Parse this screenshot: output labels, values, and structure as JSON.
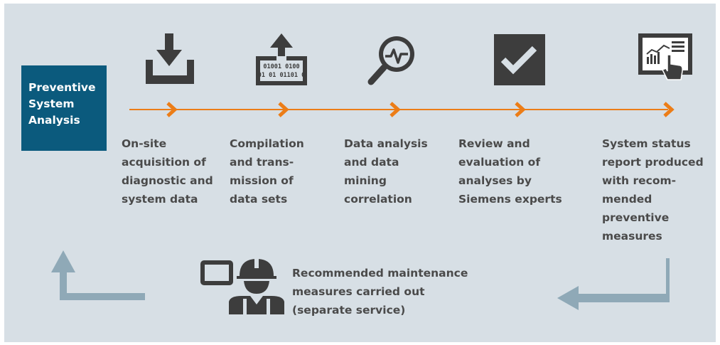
{
  "start": {
    "lines": [
      "Preventive",
      "System",
      "Analysis"
    ]
  },
  "steps": [
    {
      "icon": "download-tray-icon",
      "lines": [
        "On-site",
        "acquisition of",
        "diagnostic and",
        "system data"
      ]
    },
    {
      "icon": "upload-binary-data-icon",
      "lines": [
        "Compilation",
        "and trans-",
        "mission of",
        "data sets"
      ]
    },
    {
      "icon": "magnifier-pulse-icon",
      "lines": [
        "Data analysis",
        "and data",
        "mining",
        "correlation"
      ]
    },
    {
      "icon": "checkmark-box-icon",
      "lines": [
        "Review and",
        "evaluation of",
        "analyses by",
        "Siemens experts"
      ]
    },
    {
      "icon": "touch-report-screen-icon",
      "lines": [
        "System status",
        "report produced",
        "with recom-",
        "mended",
        "preventive",
        "measures"
      ]
    }
  ],
  "binary_rows": [
    "01001 0100",
    "01 01 01101 0"
  ],
  "final": {
    "icons": [
      "tablet-icon",
      "worker-hardhat-icon"
    ],
    "lines": [
      "Recommended maintenance",
      "measures carried out",
      "(separate service)"
    ]
  },
  "colors": {
    "panel": "#d7dfe5",
    "box": "#0b5a7d",
    "accent": "#ec7d17",
    "icon": "#3d3d3d",
    "return_arrow": "#8fa9b7",
    "text": "#4a4a4a"
  }
}
